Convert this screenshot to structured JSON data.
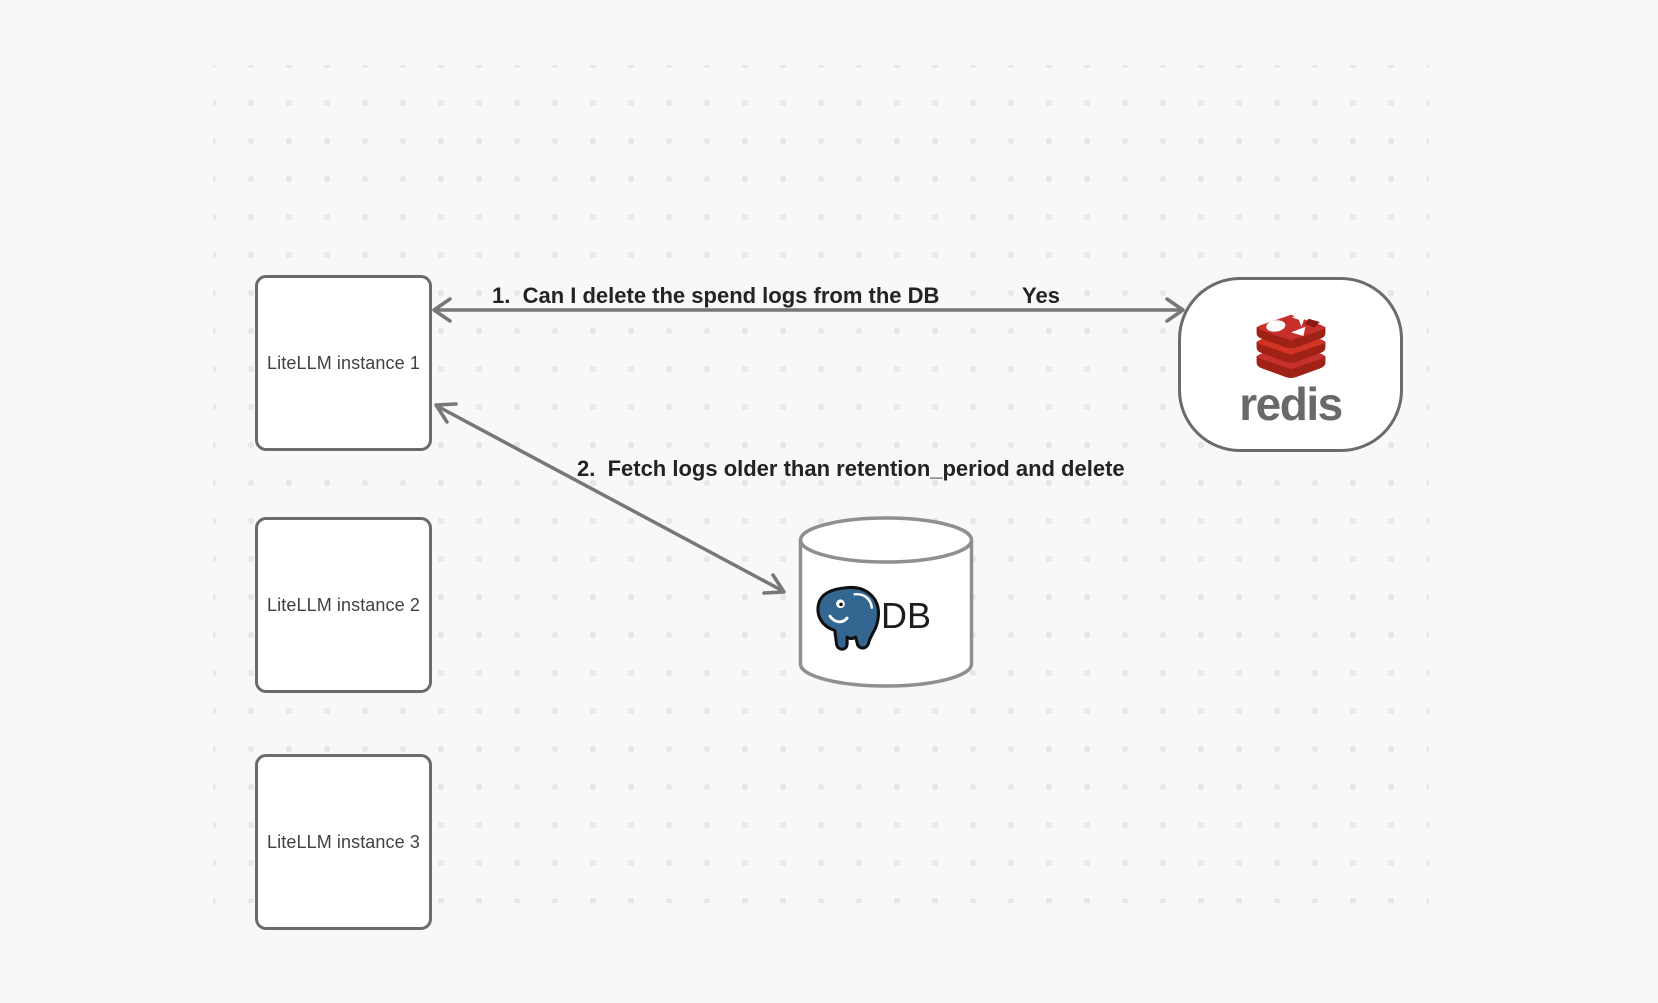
{
  "canvas": {
    "background": "#f8f8f8",
    "dot_color": "#e7e7e7"
  },
  "nodes": {
    "instance1": {
      "label": "LiteLLM instance 1"
    },
    "instance2": {
      "label": "LiteLLM instance 2"
    },
    "instance3": {
      "label": "LiteLLM instance 3"
    },
    "redis": {
      "wordmark": "redis",
      "logo_icon": "redis-stack-icon",
      "brand_red": "#c6302b",
      "brand_red_dark": "#a02116",
      "wordmark_color": "#696969"
    },
    "db": {
      "label": "DB",
      "logo_icon": "postgresql-elephant-icon",
      "postgres_blue": "#336791"
    }
  },
  "edges": {
    "edge1": {
      "label": "1.  Can I delete the spend logs from the DB",
      "answer": "Yes",
      "from": "LiteLLM instance 1",
      "to": "redis",
      "arrowheads": "both"
    },
    "edge2": {
      "label": "2.  Fetch logs older than retention_period and delete",
      "from": "LiteLLM instance 1",
      "to": "DB",
      "arrowheads": "both"
    }
  },
  "style": {
    "arrow_color": "#777777",
    "node_border": "#6b6b6b",
    "cylinder_border": "#8f8f8f"
  }
}
